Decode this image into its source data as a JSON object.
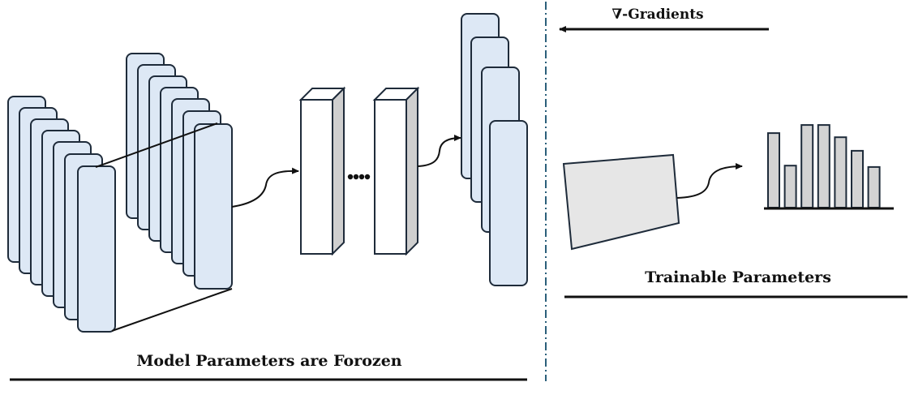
{
  "labels": {
    "gradients": "∇-Gradients",
    "trainable": "Trainable Parameters",
    "frozen": "Model Parameters are Forozen"
  },
  "colors": {
    "feature_map_fill": "#dde8f5",
    "stroke": "#1e2b3a",
    "box_side": "#cfcfcf",
    "trainable_fill": "#e6e6e6",
    "bar_fill": "#d3d3d3",
    "divider": "#2b5f7a"
  },
  "trainable_histogram": {
    "bar_levels": [
      0.55,
      0.31,
      0.61,
      0.61,
      0.52,
      0.42,
      0.3
    ]
  }
}
